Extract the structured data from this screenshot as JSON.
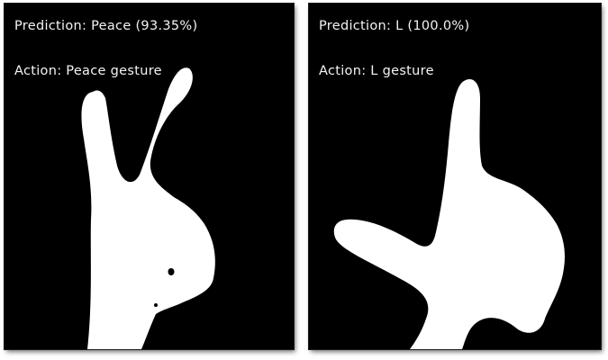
{
  "colors": {
    "panel_background": "#000000",
    "hand_mask": "#ffffff",
    "overlay_text": "#f4f4f4"
  },
  "panels": [
    {
      "prediction_text": "Prediction: Peace (93.35%)",
      "action_text": "Action: Peace gesture",
      "image_icon": "hand-peace-mask-icon"
    },
    {
      "prediction_text": "Prediction: L (100.0%)",
      "action_text": "Action: L gesture",
      "image_icon": "hand-l-mask-icon"
    }
  ]
}
